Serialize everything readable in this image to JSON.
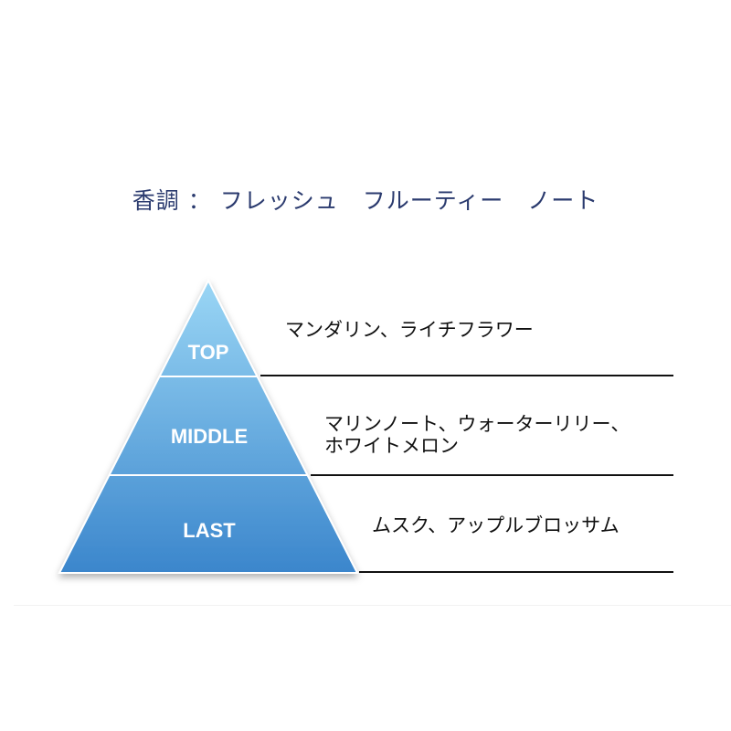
{
  "title": "香調 ： フレッシュ　フルーティー　ノート",
  "levels": [
    {
      "label": "TOP",
      "notes": [
        "マンダリン、ライチフラワー"
      ]
    },
    {
      "label": "MIDDLE",
      "notes": [
        "マリンノート、ウォーターリリー、",
        "ホワイトメロン"
      ]
    },
    {
      "label": "LAST",
      "notes": [
        "ムスク、アップルブロッサム"
      ]
    }
  ],
  "colors": {
    "title": "#2a3a6e",
    "top": "#8fd0f3",
    "bottom": "#3f8ccf"
  }
}
